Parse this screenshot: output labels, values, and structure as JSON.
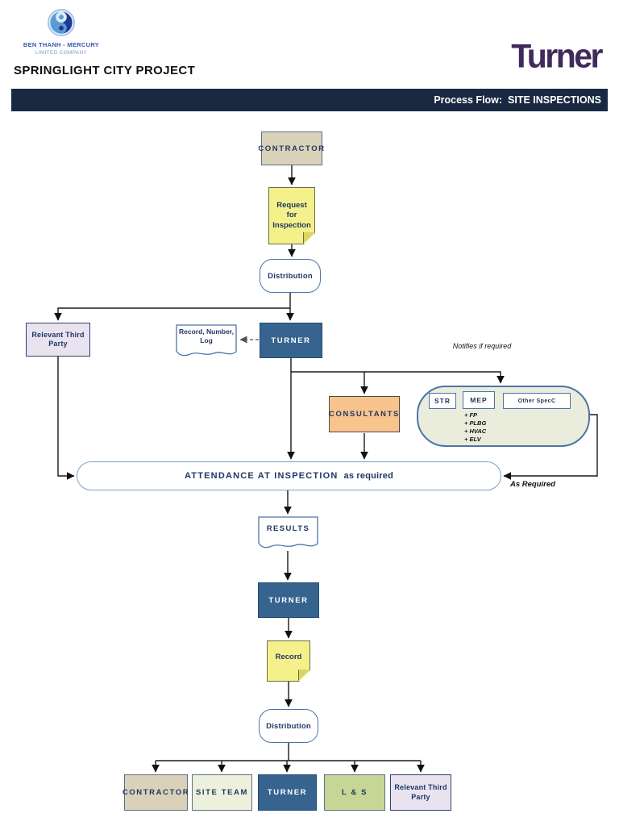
{
  "header": {
    "company_name": "BEN THANH - MERCURY",
    "company_subtitle": "LIMITED COMPANY",
    "project_title": "SPRINGLIGHT CITY PROJECT",
    "brand": "Turner",
    "banner_title": "Process Flow:  SITE INSPECTIONS"
  },
  "colors": {
    "banner_navy": "#1a2942",
    "turner_box_blue": "#36648f",
    "brand_purple": "#3f2b5b",
    "consultants_orange": "#f9c38e",
    "sticky_yellow": "#f5f18a",
    "contractor_tan": "#d9d2b8",
    "site_team_cream": "#edf0da",
    "ls_green": "#c6d795",
    "third_party_lavender": "#e9e3f0",
    "group_sage": "#eaeddc"
  },
  "flow": {
    "contractor_top": "CONTRACTOR",
    "request_note": "Request for Inspection",
    "distribution_1": "Distribution",
    "third_party_1": "Relevant Third Party",
    "record_log_doc": "Record, Number, Log",
    "turner_1": "TURNER",
    "notifies_label": "Notifies if required",
    "consultants": "CONSULTANTS",
    "specialists": {
      "str": "STR",
      "mep": "MEP",
      "other": "Other SpecC",
      "mep_items": [
        "+ FP",
        "+ PLBG",
        "+ HVAC",
        "+ ELV"
      ]
    },
    "attendance_main": "ATTENDANCE AT INSPECTION",
    "attendance_suffix": "as required",
    "as_required_label": "As Required",
    "results_doc": "RESULTS",
    "turner_2": "TURNER",
    "record_note": "Record",
    "distribution_2": "Distribution",
    "bottom_row": [
      "CONTRACTOR",
      "SITE TEAM",
      "TURNER",
      "L & S",
      "Relevant Third Party"
    ]
  }
}
